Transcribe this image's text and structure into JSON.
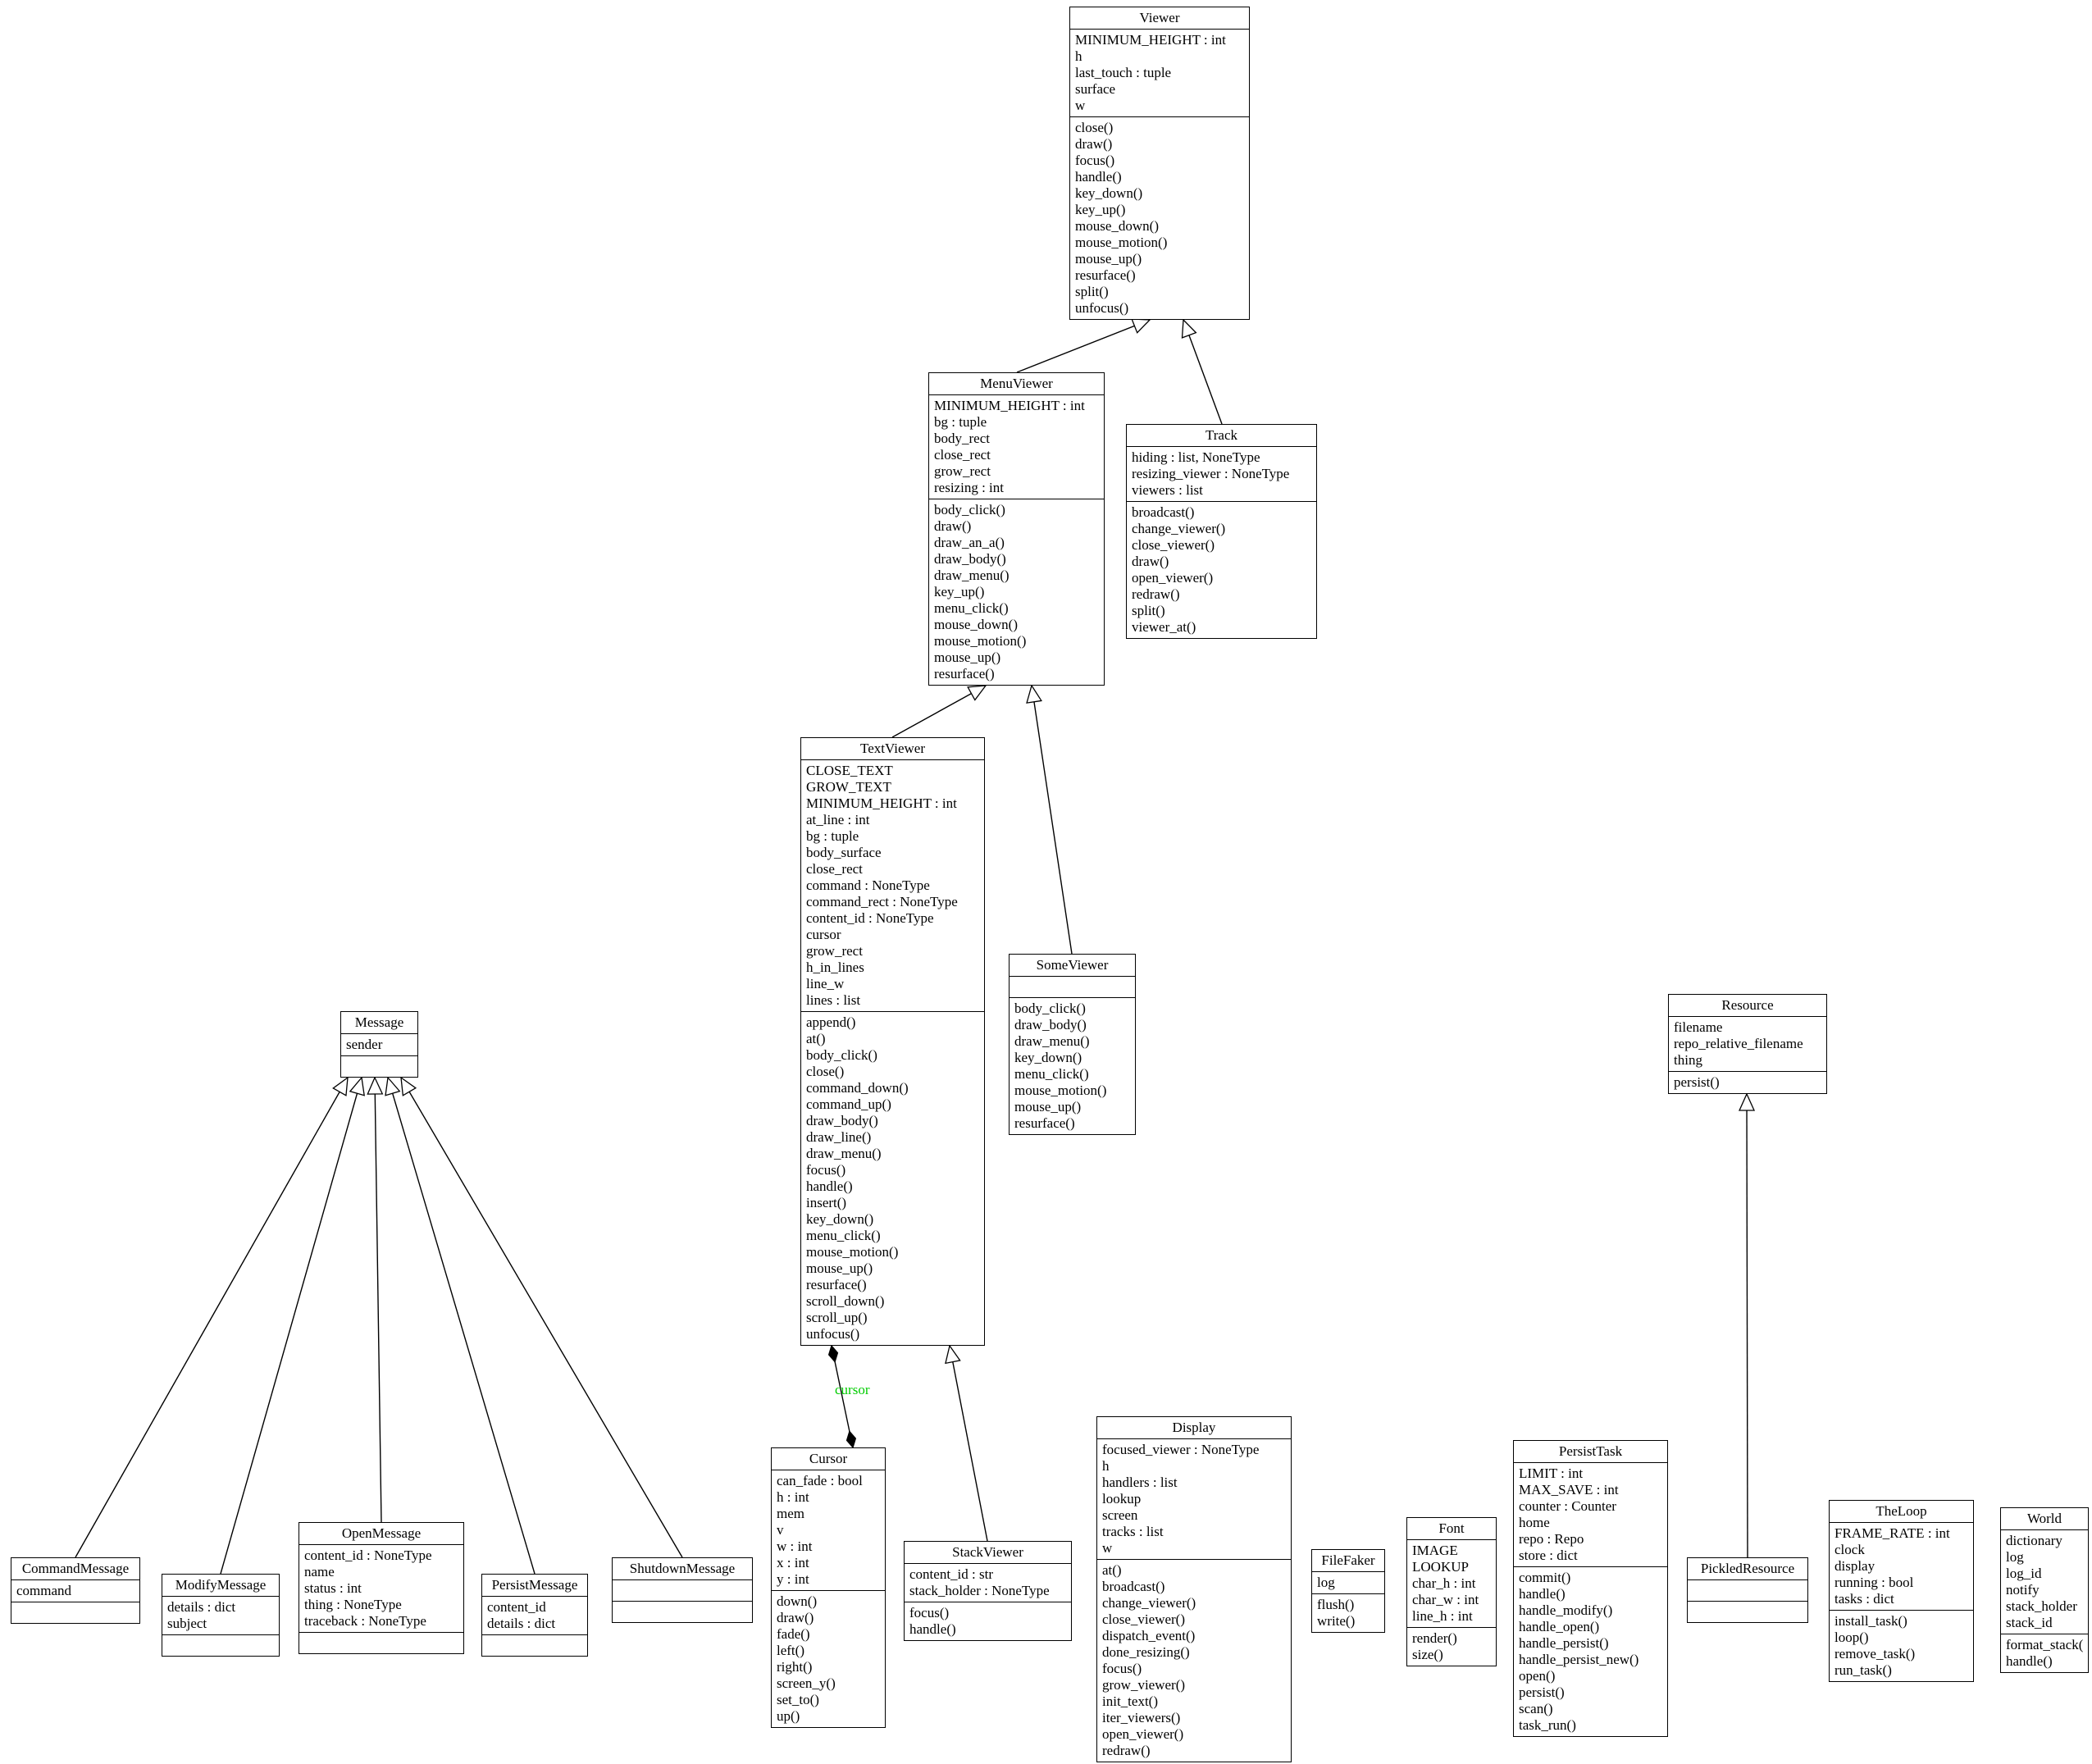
{
  "association": {
    "label": "cursor",
    "color": "#00cc00"
  },
  "classes": [
    {
      "id": "viewer",
      "name": "Viewer",
      "attributes": [
        "MINIMUM_HEIGHT : int",
        "h",
        "last_touch : tuple",
        "surface",
        "w"
      ],
      "methods": [
        "close()",
        "draw()",
        "focus()",
        "handle()",
        "key_down()",
        "key_up()",
        "mouse_down()",
        "mouse_motion()",
        "mouse_up()",
        "resurface()",
        "split()",
        "unfocus()"
      ]
    },
    {
      "id": "menu_viewer",
      "name": "MenuViewer",
      "attributes": [
        "MINIMUM_HEIGHT : int",
        "bg : tuple",
        "body_rect",
        "close_rect",
        "grow_rect",
        "resizing : int"
      ],
      "methods": [
        "body_click()",
        "draw()",
        "draw_an_a()",
        "draw_body()",
        "draw_menu()",
        "key_up()",
        "menu_click()",
        "mouse_down()",
        "mouse_motion()",
        "mouse_up()",
        "resurface()"
      ]
    },
    {
      "id": "track",
      "name": "Track",
      "attributes": [
        "hiding : list, NoneType",
        "resizing_viewer : NoneType",
        "viewers : list"
      ],
      "methods": [
        "broadcast()",
        "change_viewer()",
        "close_viewer()",
        "draw()",
        "open_viewer()",
        "redraw()",
        "split()",
        "viewer_at()"
      ]
    },
    {
      "id": "text_viewer",
      "name": "TextViewer",
      "attributes": [
        "CLOSE_TEXT",
        "GROW_TEXT",
        "MINIMUM_HEIGHT : int",
        "at_line : int",
        "bg : tuple",
        "body_surface",
        "close_rect",
        "command : NoneType",
        "command_rect : NoneType",
        "content_id : NoneType",
        "cursor",
        "grow_rect",
        "h_in_lines",
        "line_w",
        "lines : list"
      ],
      "methods": [
        "append()",
        "at()",
        "body_click()",
        "close()",
        "command_down()",
        "command_up()",
        "draw_body()",
        "draw_line()",
        "draw_menu()",
        "focus()",
        "handle()",
        "insert()",
        "key_down()",
        "menu_click()",
        "mouse_motion()",
        "mouse_up()",
        "resurface()",
        "scroll_down()",
        "scroll_up()",
        "unfocus()"
      ]
    },
    {
      "id": "some_viewer",
      "name": "SomeViewer",
      "attributes": [],
      "methods": [
        "body_click()",
        "draw_body()",
        "draw_menu()",
        "key_down()",
        "menu_click()",
        "mouse_motion()",
        "mouse_up()",
        "resurface()"
      ]
    },
    {
      "id": "message",
      "name": "Message",
      "attributes": [
        "sender"
      ],
      "methods": []
    },
    {
      "id": "command_message",
      "name": "CommandMessage",
      "attributes": [
        "command"
      ],
      "methods": []
    },
    {
      "id": "modify_message",
      "name": "ModifyMessage",
      "attributes": [
        "details : dict",
        "subject"
      ],
      "methods": []
    },
    {
      "id": "open_message",
      "name": "OpenMessage",
      "attributes": [
        "content_id : NoneType",
        "name",
        "status : int",
        "thing : NoneType",
        "traceback : NoneType"
      ],
      "methods": []
    },
    {
      "id": "persist_message",
      "name": "PersistMessage",
      "attributes": [
        "content_id",
        "details : dict"
      ],
      "methods": []
    },
    {
      "id": "shutdown_message",
      "name": "ShutdownMessage",
      "attributes": [],
      "methods": []
    },
    {
      "id": "cursor",
      "name": "Cursor",
      "attributes": [
        "can_fade : bool",
        "h : int",
        "mem",
        "v",
        "w : int",
        "x : int",
        "y : int"
      ],
      "methods": [
        "down()",
        "draw()",
        "fade()",
        "left()",
        "right()",
        "screen_y()",
        "set_to()",
        "up()"
      ]
    },
    {
      "id": "stack_viewer",
      "name": "StackViewer",
      "attributes": [
        "content_id : str",
        "stack_holder : NoneType"
      ],
      "methods": [
        "focus()",
        "handle()"
      ]
    },
    {
      "id": "display",
      "name": "Display",
      "attributes": [
        "focused_viewer : NoneType",
        "h",
        "handlers : list",
        "lookup",
        "screen",
        "tracks : list",
        "w"
      ],
      "methods": [
        "at()",
        "broadcast()",
        "change_viewer()",
        "close_viewer()",
        "dispatch_event()",
        "done_resizing()",
        "focus()",
        "grow_viewer()",
        "init_text()",
        "iter_viewers()",
        "open_viewer()",
        "redraw()"
      ]
    },
    {
      "id": "file_faker",
      "name": "FileFaker",
      "attributes": [
        "log"
      ],
      "methods": [
        "flush()",
        "write()"
      ]
    },
    {
      "id": "font",
      "name": "Font",
      "attributes": [
        "IMAGE",
        "LOOKUP",
        "char_h : int",
        "char_w : int",
        "line_h : int"
      ],
      "methods": [
        "render()",
        "size()"
      ]
    },
    {
      "id": "persist_task",
      "name": "PersistTask",
      "attributes": [
        "LIMIT : int",
        "MAX_SAVE : int",
        "counter : Counter",
        "home",
        "repo : Repo",
        "store : dict"
      ],
      "methods": [
        "commit()",
        "handle()",
        "handle_modify()",
        "handle_open()",
        "handle_persist()",
        "handle_persist_new()",
        "open()",
        "persist()",
        "scan()",
        "task_run()"
      ]
    },
    {
      "id": "resource",
      "name": "Resource",
      "attributes": [
        "filename",
        "repo_relative_filename",
        "thing"
      ],
      "methods": [
        "persist()"
      ]
    },
    {
      "id": "pickled_resource",
      "name": "PickledResource",
      "attributes": [],
      "methods": []
    },
    {
      "id": "the_loop",
      "name": "TheLoop",
      "attributes": [
        "FRAME_RATE : int",
        "clock",
        "display",
        "running : bool",
        "tasks : dict"
      ],
      "methods": [
        "install_task()",
        "loop()",
        "remove_task()",
        "run_task()"
      ]
    },
    {
      "id": "world",
      "name": "World",
      "attributes": [
        "dictionary",
        "log",
        "log_id",
        "notify",
        "stack_holder",
        "stack_id"
      ],
      "methods": [
        "format_stack()",
        "handle()"
      ]
    }
  ]
}
